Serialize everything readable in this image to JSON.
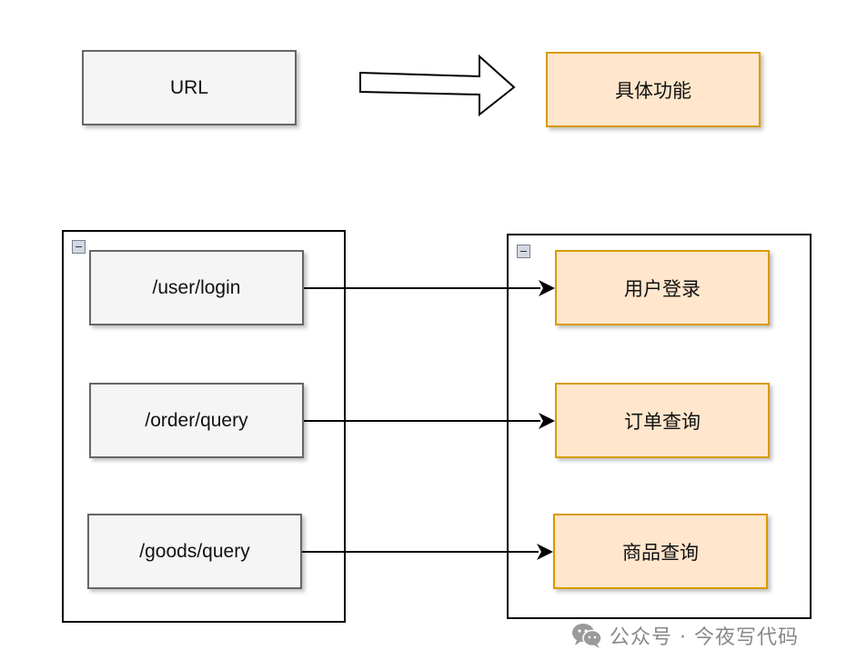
{
  "legend": {
    "left_label": "URL",
    "right_label": "具体功能"
  },
  "routes": [
    {
      "url": "/user/login",
      "function": "用户登录"
    },
    {
      "url": "/order/query",
      "function": "订单查询"
    },
    {
      "url": "/goods/query",
      "function": "商品查询"
    }
  ],
  "watermark": {
    "icon": "wechat-icon",
    "text": "公众号 · 今夜写代码"
  },
  "colors": {
    "url_fill": "#f5f5f5",
    "url_stroke": "#666666",
    "func_fill": "#ffe6cc",
    "func_stroke": "#d79b00"
  }
}
